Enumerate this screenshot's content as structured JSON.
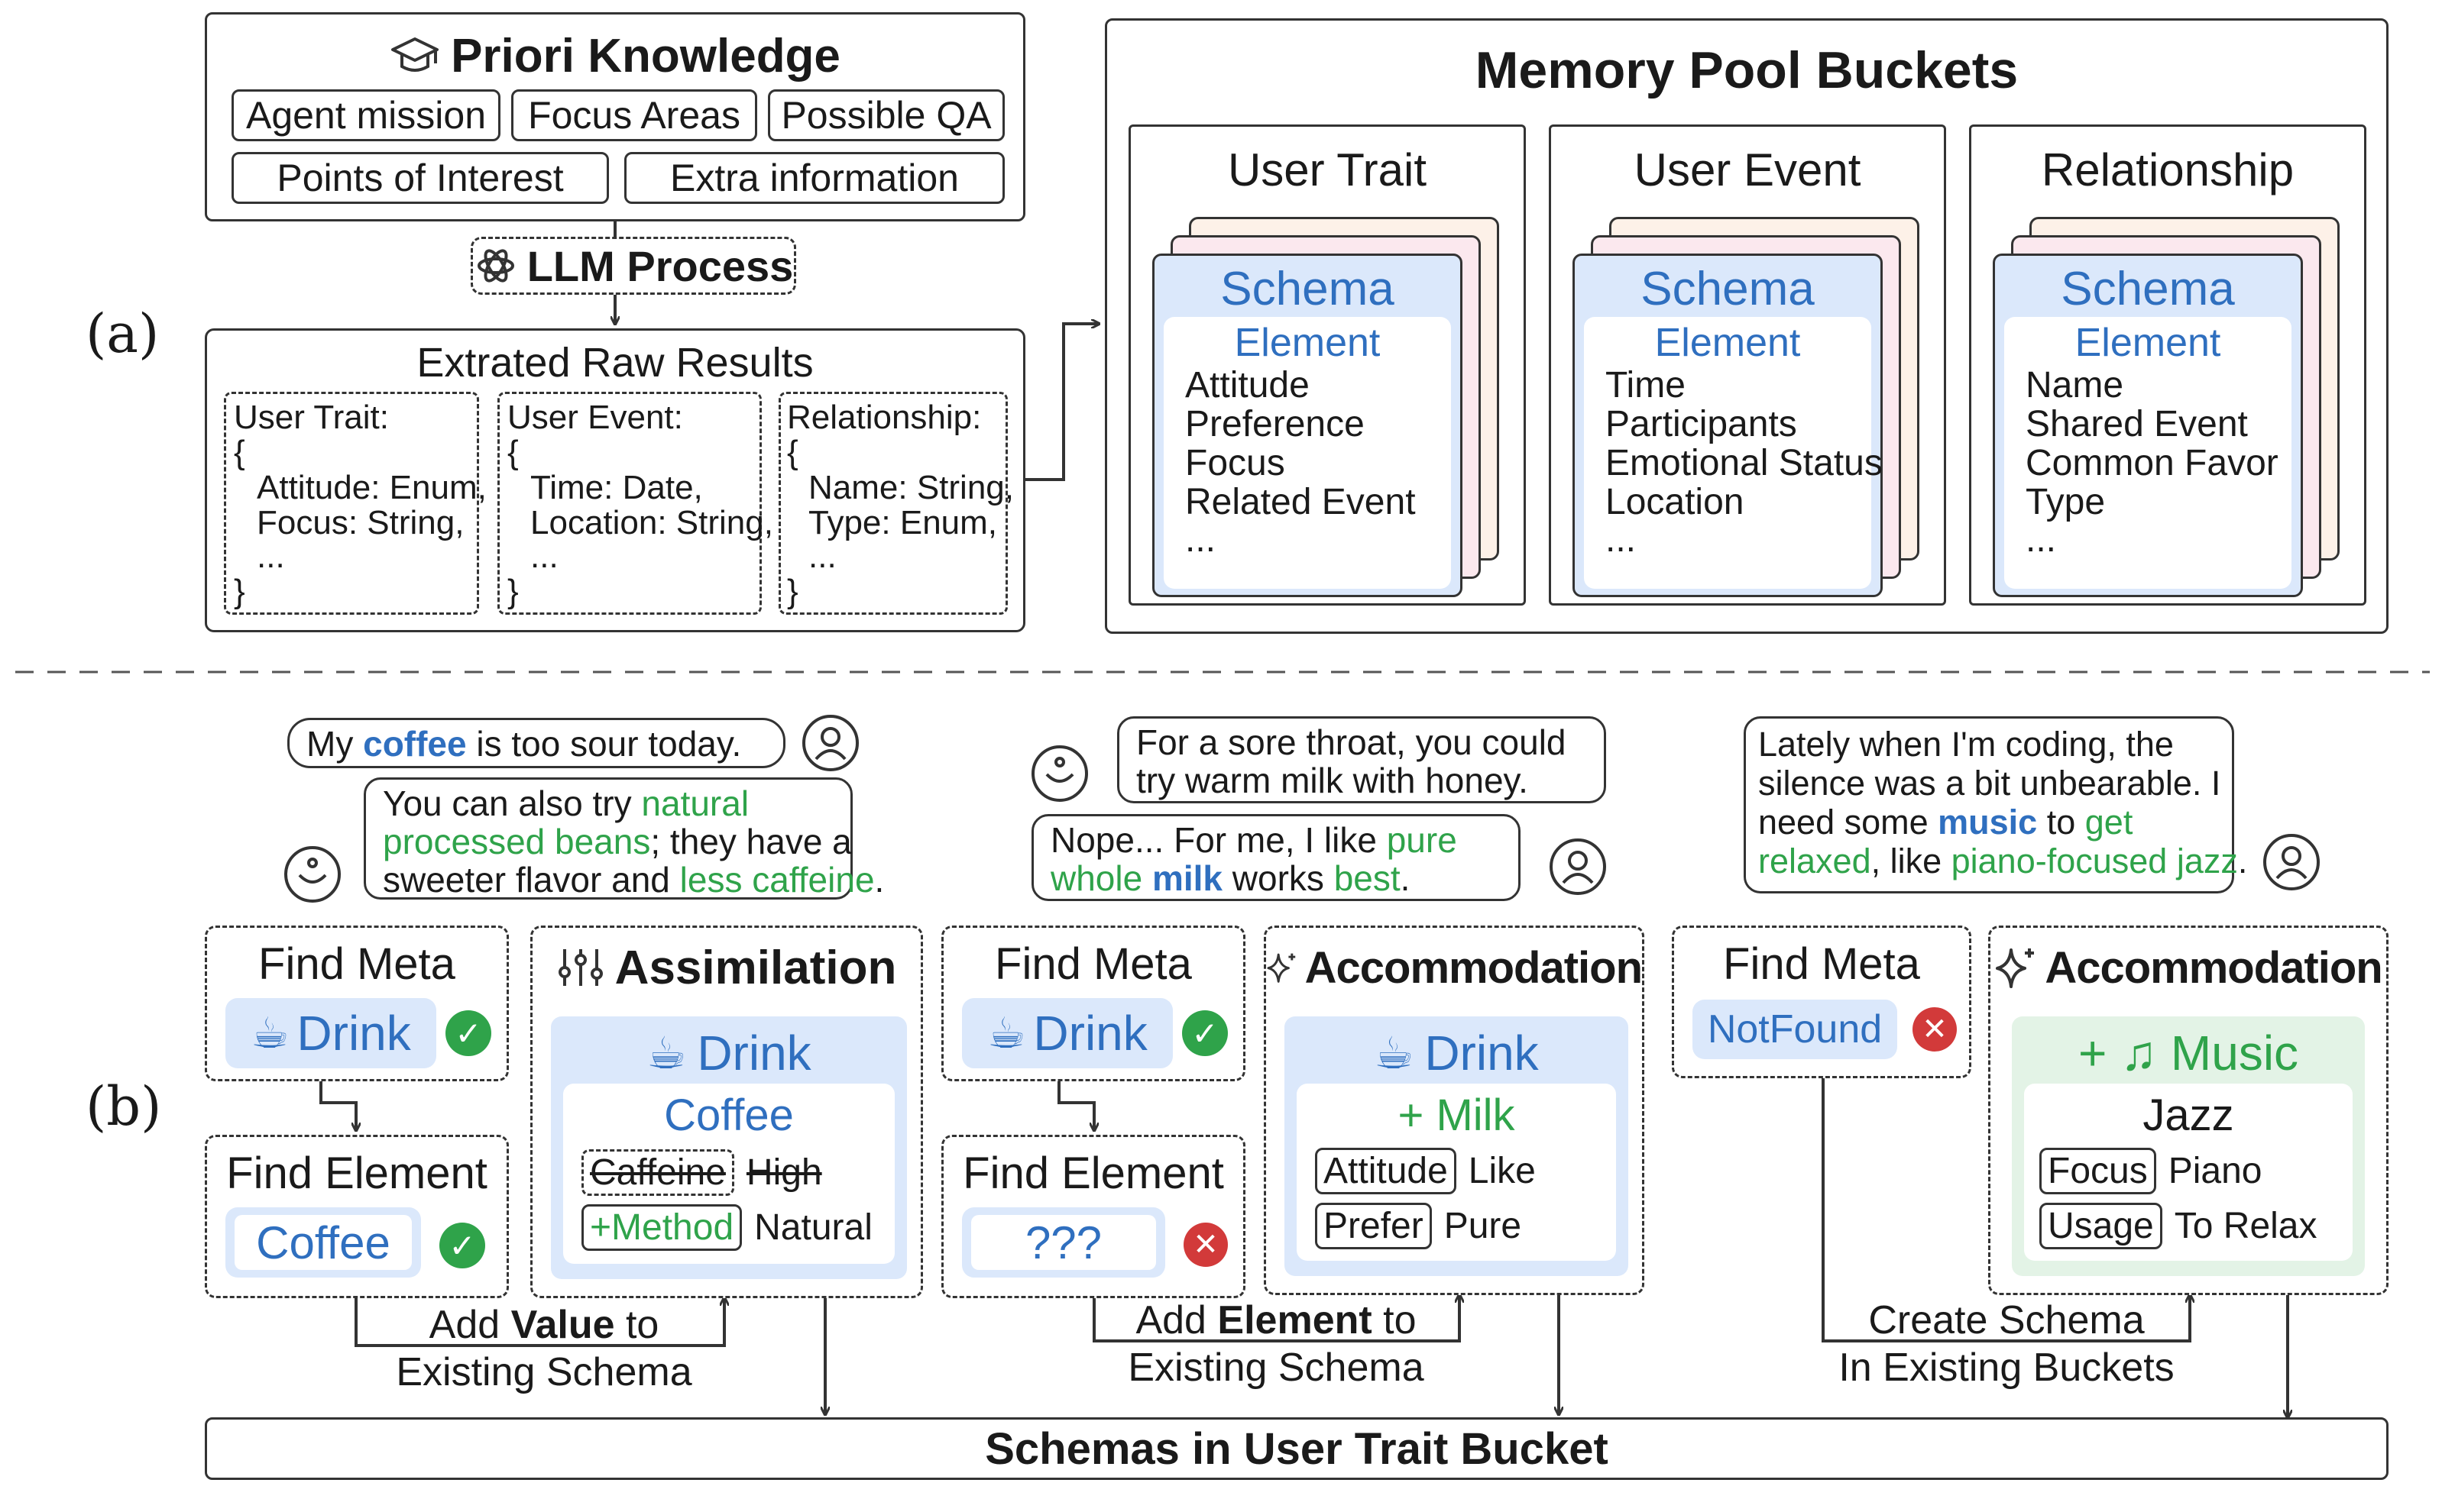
{
  "labels": {
    "a": "(a)",
    "b": "(b)"
  },
  "priori": {
    "title": "Priori Knowledge",
    "items": [
      "Agent mission",
      "Focus Areas",
      "Possible QA",
      "Points of Interest",
      "Extra information"
    ]
  },
  "llm_process": "LLM Process",
  "raw_results": {
    "title": "Extrated Raw Results",
    "cols": [
      {
        "head": "User Trait:",
        "open": "{",
        "l1": "Attitude: Enum,",
        "l2": "Focus: String,",
        "l3": "...",
        "close": "}"
      },
      {
        "head": "User Event:",
        "open": "{",
        "l1": "Time: Date,",
        "l2": "Location: String,",
        "l3": "...",
        "close": "}"
      },
      {
        "head": "Relationship:",
        "open": "{",
        "l1": "Name: String,",
        "l2": "Type: Enum,",
        "l3": "...",
        "close": "}"
      }
    ]
  },
  "memory_pool": {
    "title": "Memory Pool Buckets",
    "buckets": [
      {
        "name": "User Trait",
        "schema": "Schema",
        "element": "Element",
        "items": [
          "Attitude",
          "Preference",
          "Focus",
          "Related Event",
          "..."
        ]
      },
      {
        "name": "User Event",
        "schema": "Schema",
        "element": "Element",
        "items": [
          "Time",
          "Participants",
          "Emotional Status",
          "Location",
          "..."
        ]
      },
      {
        "name": "Relationship",
        "schema": "Schema",
        "element": "Element",
        "items": [
          "Name",
          "Shared Event",
          "Common Favor",
          "Type",
          "..."
        ]
      }
    ]
  },
  "chat1": {
    "user": {
      "t1": "My ",
      "t2": "coffee",
      "t3": " is too sour today."
    },
    "agent": {
      "l1a": "You can also try ",
      "l1b": "natural",
      "l2a": "processed beans",
      "l2b": "; they have a",
      "l3a": "sweeter flavor and ",
      "l3b": "less caffeine",
      "l3c": "."
    }
  },
  "chat2": {
    "agent": {
      "l1": "For a sore throat, you could",
      "l2": "try warm milk with honey."
    },
    "user": {
      "l1a": "Nope... For me, I like ",
      "l1b": "pure",
      "l2a": "whole ",
      "l2b": "milk",
      "l2c": " works ",
      "l2d": "best",
      "l2e": "."
    }
  },
  "chat3": {
    "user": {
      "l1": "Lately when I'm coding, the",
      "l2": "silence was a bit unbearable. I",
      "l3a": "need some ",
      "l3b": "music",
      "l3c": " to ",
      "l3d": "get",
      "l4a": "relaxed",
      "l4b": ", like ",
      "l4c": "piano-focused jazz",
      "l4d": "."
    }
  },
  "case1": {
    "find_meta": "Find Meta",
    "meta_value": "Drink",
    "find_element": "Find Element",
    "element_value": "Coffee",
    "op_title": "Assimilation",
    "card_title": "Drink",
    "card_sub": "Coffee",
    "row1_tag": "Caffeine",
    "row1_val": "High",
    "row2_tag": "+Method",
    "row2_val": "Natural",
    "caption_a": "Add ",
    "caption_b": "Value",
    "caption_c": " to",
    "caption_d": "Existing Schema"
  },
  "case2": {
    "find_meta": "Find Meta",
    "meta_value": "Drink",
    "find_element": "Find Element",
    "element_value": "???",
    "op_title": "Accommodation",
    "card_title": "Drink",
    "card_sub": "+ Milk",
    "row1_tag": "Attitude",
    "row1_val": "Like",
    "row2_tag": "Prefer",
    "row2_val": "Pure",
    "caption_a": "Add ",
    "caption_b": "Element",
    "caption_c": " to",
    "caption_d": "Existing Schema"
  },
  "case3": {
    "find_meta": "Find Meta",
    "meta_value": "NotFound",
    "op_title": "Accommodation",
    "card_title": "+ ♫ Music",
    "card_sub": "Jazz",
    "row1_tag": "Focus",
    "row1_val": "Piano",
    "row2_tag": "Usage",
    "row2_val": "To Relax",
    "caption_1": "Create Schema",
    "caption_2": "In Existing Buckets"
  },
  "bottom_bar": "Schemas in User Trait Bucket",
  "colors": {
    "blue": "#2f6fbf",
    "green": "#2fa34a",
    "red": "#d23a3a",
    "schema_bg": "#dbe8fb",
    "green_bg": "#e3f3e6"
  }
}
